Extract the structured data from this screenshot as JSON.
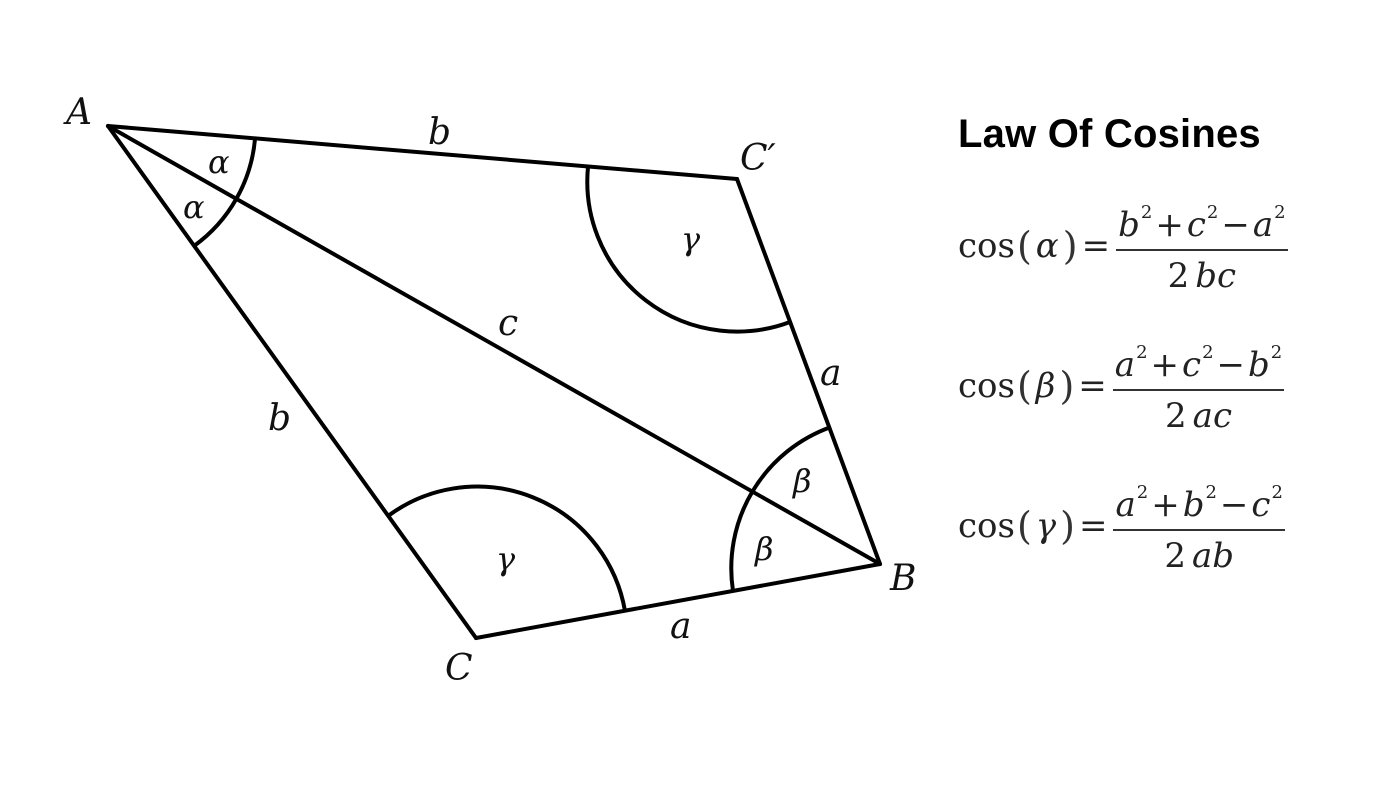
{
  "diagram": {
    "vertices": {
      "A": "A",
      "B": "B",
      "C": "C",
      "C_prime": "C′"
    },
    "sides": {
      "a_top": "a",
      "a_bottom": "a",
      "b_top": "b",
      "b_left": "b",
      "c": "c"
    },
    "angles": {
      "alpha_top": "α",
      "alpha_bottom": "α",
      "beta_top": "β",
      "beta_bottom": "β",
      "gamma_top": "γ",
      "gamma_bottom": "γ"
    }
  },
  "panel": {
    "title": "Law Of Cosines",
    "formulas": [
      {
        "fn": "cos",
        "angle": "α",
        "n1": "b",
        "n2": "c",
        "n3": "a",
        "op1": "+",
        "op2": "−",
        "exp": "2",
        "coef": "2",
        "den": "bc"
      },
      {
        "fn": "cos",
        "angle": "β",
        "n1": "a",
        "n2": "c",
        "n3": "b",
        "op1": "+",
        "op2": "−",
        "exp": "2",
        "coef": "2",
        "den": "ac"
      },
      {
        "fn": "cos",
        "angle": "γ",
        "n1": "a",
        "n2": "b",
        "n3": "c",
        "op1": "+",
        "op2": "−",
        "exp": "2",
        "coef": "2",
        "den": "ab"
      }
    ]
  }
}
